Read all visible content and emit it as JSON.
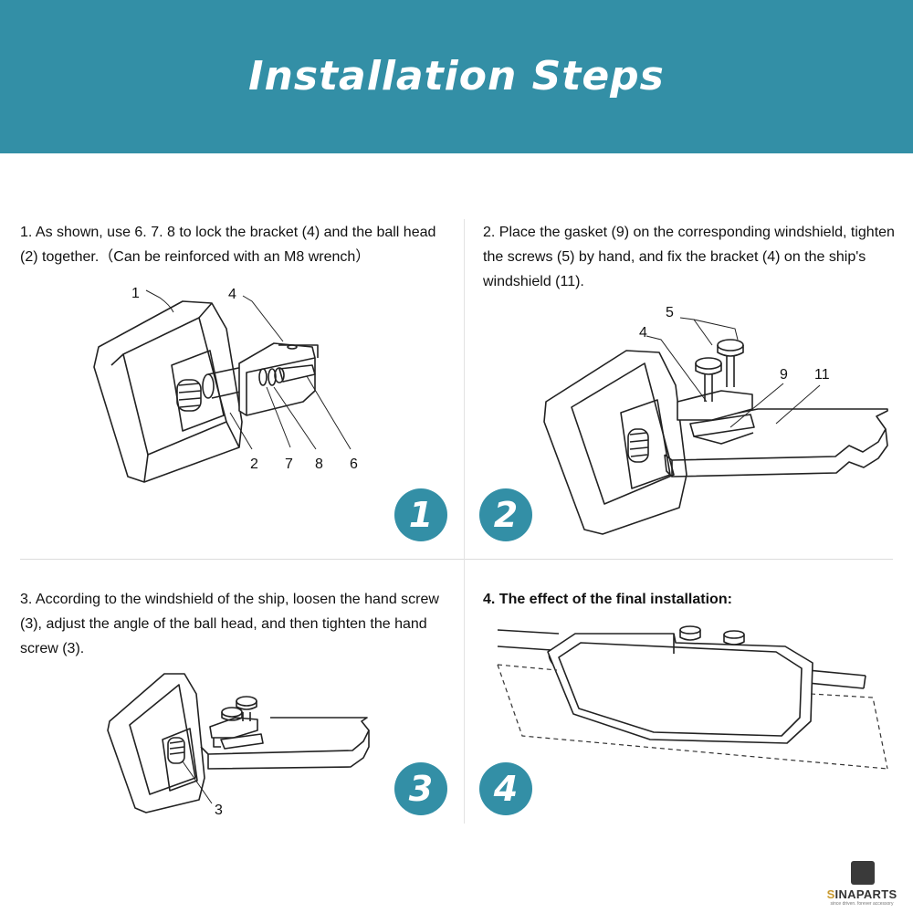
{
  "header": {
    "title": "Installation Steps"
  },
  "colors": {
    "accent": "#338fa6",
    "logo_gold": "#c99a2e"
  },
  "steps": [
    {
      "number": "1",
      "text": "1. As shown, use 6. 7. 8 to lock the bracket (4) and the ball head (2) together.（Can be reinforced with an M8 wrench）",
      "callouts": [
        "1",
        "4",
        "2",
        "7",
        "8",
        "6"
      ]
    },
    {
      "number": "2",
      "text": "2. Place the gasket (9) on the corresponding windshield, tighten the screws (5) by hand, and fix the bracket (4) on the ship's windshield (11).",
      "callouts": [
        "5",
        "4",
        "9",
        "11"
      ]
    },
    {
      "number": "3",
      "text": "3. According to the windshield of the ship, loosen the hand screw (3), adjust the angle of the ball head, and then tighten the hand screw (3).",
      "callouts": [
        "3"
      ]
    },
    {
      "number": "4",
      "text": "4. The effect of the final installation:",
      "callouts": []
    }
  ],
  "logo": {
    "brand_initial": "S",
    "brand_rest": "INAPARTS",
    "tagline": "since driven. forever accessory"
  }
}
